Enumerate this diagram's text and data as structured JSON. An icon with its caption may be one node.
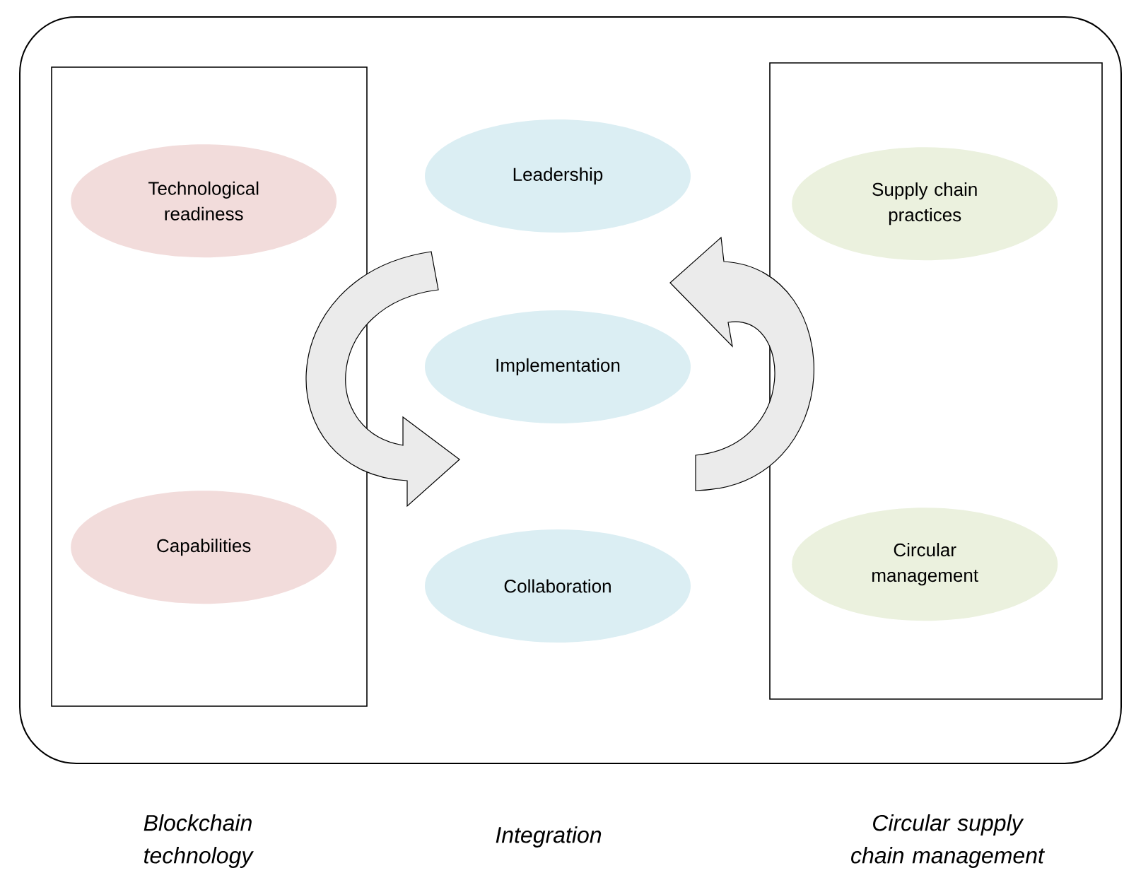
{
  "diagram": {
    "nodes": [
      {
        "text": [],
        "shape": "box"
      },
      {
        "text": [],
        "shape": "box",
        "in": 0
      },
      {
        "text": [
          "Technological readiness"
        ],
        "in": 1
      },
      {
        "text": [
          "Capabilities"
        ],
        "in": 1
      },
      {
        "text": [
          "Leadership"
        ],
        "in": 0
      },
      {
        "text": [
          "Implementation"
        ],
        "in": 0
      },
      {
        "text": [
          "Collaboration"
        ],
        "in": 0
      },
      {
        "text": [],
        "shape": "box",
        "in": 0
      },
      {
        "text": [
          "Supply chain practices"
        ],
        "in": 7
      },
      {
        "text": [
          "Circular management"
        ],
        "in": 7
      }
    ],
    "edges": [
      {
        "from": 1,
        "to": null,
        "arrow": "to"
      },
      {
        "from": 7,
        "to": null,
        "arrow": "to"
      }
    ],
    "labels": [
      "Blockchain technology",
      "Integration",
      "Circular supply chain management"
    ]
  }
}
